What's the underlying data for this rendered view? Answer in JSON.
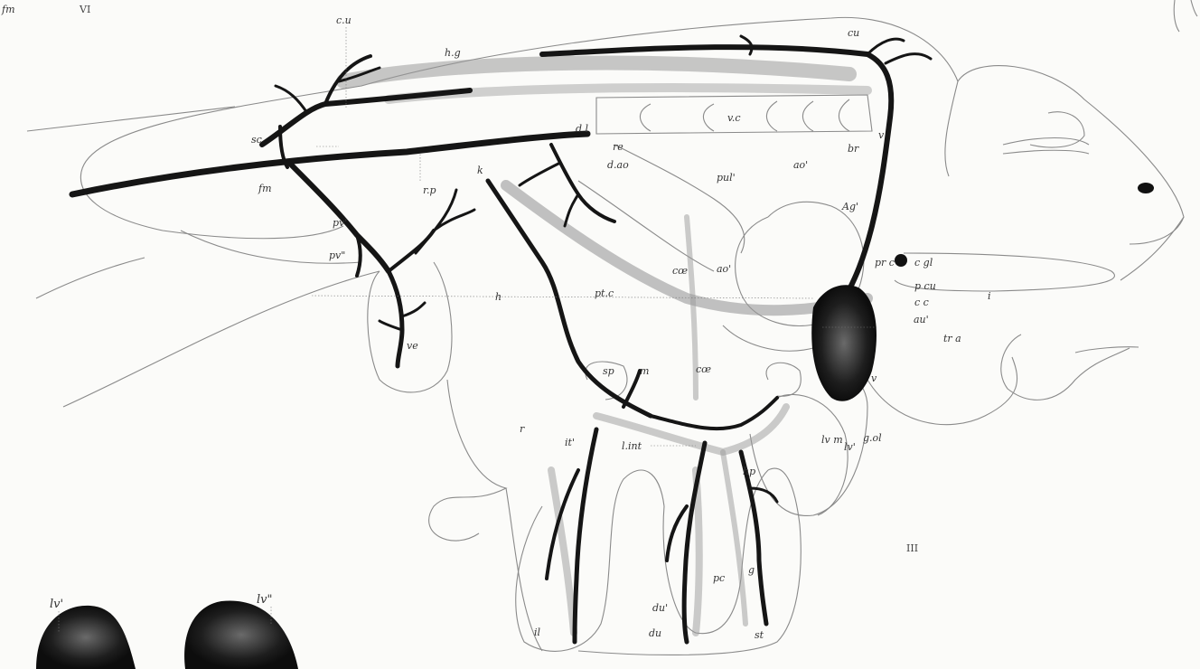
{
  "plate_numerals": {
    "top_left": "VI",
    "right": "III"
  },
  "labels": {
    "fm_corner": "fm",
    "cu_left": "c.u",
    "hg": "h.g",
    "cu_right": "cu",
    "vc": "v.c",
    "sc": "sc",
    "fm": "fm",
    "dl": "d l",
    "re": "re",
    "dao": "d.ao",
    "rp": "r.p",
    "k": "k",
    "pul": "pul'",
    "ao": "ao'",
    "br": "br",
    "v_top": "v",
    "pv1": "pv'",
    "pv2": "pv\"",
    "ag": "Ag'",
    "prc": "pr c",
    "cgl": "c gl",
    "pcu": "p cu",
    "cc": "c c",
    "i": "i",
    "coe_left": "cœ",
    "ao2": "ao'",
    "ptc": "pt.c",
    "h": "h",
    "au": "au'",
    "tra": "tr a",
    "ve": "ve",
    "sp": "sp",
    "m": "m",
    "coe_mid": "cœ",
    "v_mid": "v",
    "r": "r",
    "it": "it'",
    "lint": "l.int",
    "lvm": "lv m",
    "lv_small": "lv'",
    "gol": "g.ol",
    "hp": "hp",
    "g": "g",
    "pc": "pc",
    "du1": "du'",
    "du2": "du",
    "st": "st",
    "il": "il",
    "lv_prime": "lv'",
    "lv_dprime": "lv\""
  }
}
